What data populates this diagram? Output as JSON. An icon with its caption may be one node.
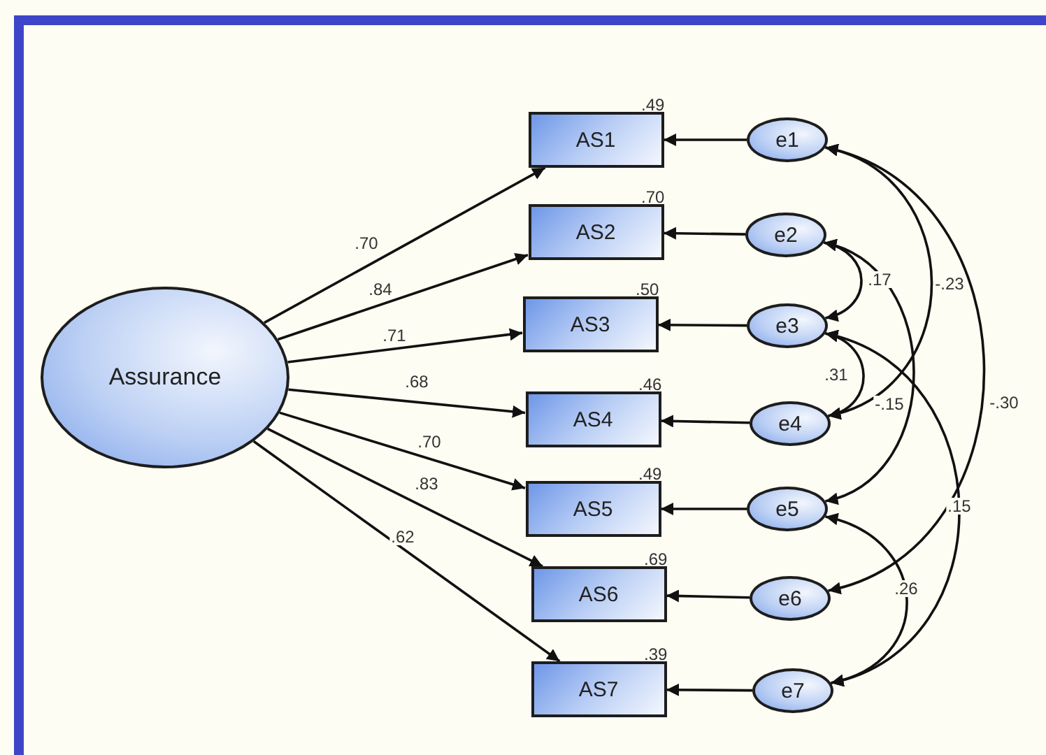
{
  "diagram": {
    "nodes": [
      {
        "text": [
          "Assurance"
        ]
      },
      {
        "text": [
          "AS1"
        ],
        "beside": [
          ".49"
        ]
      },
      {
        "text": [
          "AS2"
        ],
        "beside": [
          ".70"
        ]
      },
      {
        "text": [
          "AS3"
        ],
        "beside": [
          ".50"
        ]
      },
      {
        "text": [
          "AS4"
        ],
        "beside": [
          ".46"
        ]
      },
      {
        "text": [
          "AS5"
        ],
        "beside": [
          ".49"
        ]
      },
      {
        "text": [
          "AS6"
        ],
        "beside": [
          ".69"
        ]
      },
      {
        "text": [
          "AS7"
        ],
        "beside": [
          ".39"
        ]
      },
      {
        "text": [
          "e1"
        ]
      },
      {
        "text": [
          "e2"
        ]
      },
      {
        "text": [
          "e3"
        ]
      },
      {
        "text": [
          "e4"
        ]
      },
      {
        "text": [
          "e5"
        ]
      },
      {
        "text": [
          "e6"
        ]
      },
      {
        "text": [
          "e7"
        ]
      }
    ],
    "edges": [
      {
        "from": 0,
        "to": 1,
        "arrow": "to",
        "label": ".70"
      },
      {
        "from": 0,
        "to": 2,
        "arrow": "to",
        "label": ".84"
      },
      {
        "from": 0,
        "to": 3,
        "arrow": "to",
        "label": ".71"
      },
      {
        "from": 0,
        "to": 4,
        "arrow": "to",
        "label": ".68"
      },
      {
        "from": 0,
        "to": 5,
        "arrow": "to",
        "label": ".70"
      },
      {
        "from": 0,
        "to": 6,
        "arrow": "to",
        "label": ".83"
      },
      {
        "from": 0,
        "to": 7,
        "arrow": "to",
        "label": ".62"
      },
      {
        "from": 8,
        "to": 1,
        "arrow": "to"
      },
      {
        "from": 9,
        "to": 2,
        "arrow": "to"
      },
      {
        "from": 10,
        "to": 3,
        "arrow": "to"
      },
      {
        "from": 11,
        "to": 4,
        "arrow": "to"
      },
      {
        "from": 12,
        "to": 5,
        "arrow": "to"
      },
      {
        "from": 13,
        "to": 6,
        "arrow": "to"
      },
      {
        "from": 14,
        "to": 7,
        "arrow": "to"
      },
      {
        "from": 8,
        "to": 11,
        "arrow": "both",
        "label": "-.23"
      },
      {
        "from": 8,
        "to": 13,
        "arrow": "both",
        "label": "-.30"
      },
      {
        "from": 9,
        "to": 10,
        "arrow": "both",
        "label": ".17"
      },
      {
        "from": 9,
        "to": 12,
        "arrow": "both",
        "label": "-.15"
      },
      {
        "from": 10,
        "to": 11,
        "arrow": "both",
        "label": ".31"
      },
      {
        "from": 10,
        "to": 14,
        "arrow": "both",
        "label": ".15"
      },
      {
        "from": 12,
        "to": 14,
        "arrow": "both",
        "label": ".26"
      }
    ]
  }
}
